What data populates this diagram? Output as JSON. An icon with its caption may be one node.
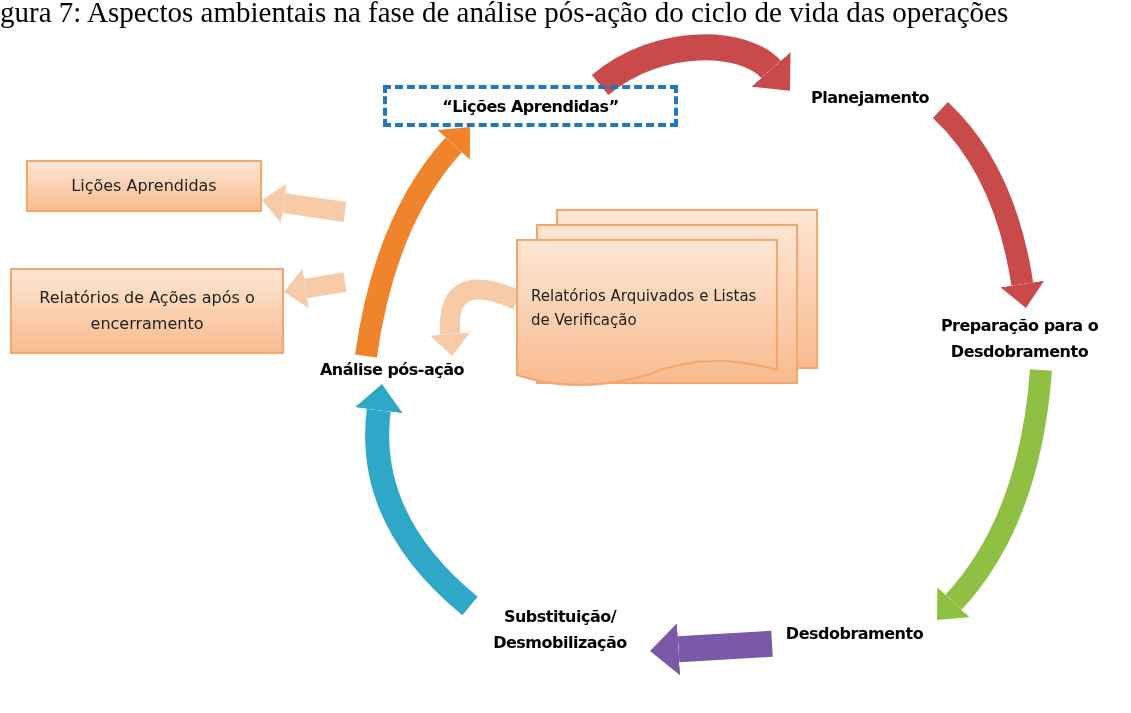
{
  "diagram": {
    "title": "gura 7: Aspectos ambientais na fase de análise pós-ação do ciclo de vida das operações",
    "nodes": [
      {
        "text": [
          "“Lições Aprendidas”"
        ]
      },
      {
        "text": [
          "Planejamento"
        ]
      },
      {
        "text": [
          "Preparação para o Desdobramento"
        ]
      },
      {
        "text": [
          "Desdobramento"
        ]
      },
      {
        "text": [
          "Substituição/ Desmobilização"
        ]
      },
      {
        "text": [
          "Análise pós-ação"
        ]
      },
      {
        "text": [
          "Lições Aprendidas"
        ]
      },
      {
        "text": [
          "Relatórios de Ações após o encerramento"
        ]
      },
      {
        "text": [
          "Relatórios Arquivados e Listas de Verificação"
        ]
      }
    ],
    "edges": [
      {
        "from": 0,
        "to": 1,
        "arrow": "to",
        "color": "#c94a4a"
      },
      {
        "from": 1,
        "to": 2,
        "arrow": "to",
        "color": "#c94a4a"
      },
      {
        "from": 2,
        "to": 3,
        "arrow": "to",
        "color": "#8fc043"
      },
      {
        "from": 3,
        "to": 4,
        "arrow": "to",
        "color": "#7a5aa8"
      },
      {
        "from": 4,
        "to": 5,
        "arrow": "to",
        "color": "#2ea8c6"
      },
      {
        "from": 5,
        "to": 0,
        "arrow": "to",
        "color": "#f0842c"
      },
      {
        "from": null,
        "to": 6,
        "arrow": "to",
        "color": "#f8cba8"
      },
      {
        "from": null,
        "to": 7,
        "arrow": "to",
        "color": "#f8cba8"
      },
      {
        "from": 8,
        "to": 5,
        "arrow": "to",
        "color": "#f8cba8"
      }
    ]
  }
}
